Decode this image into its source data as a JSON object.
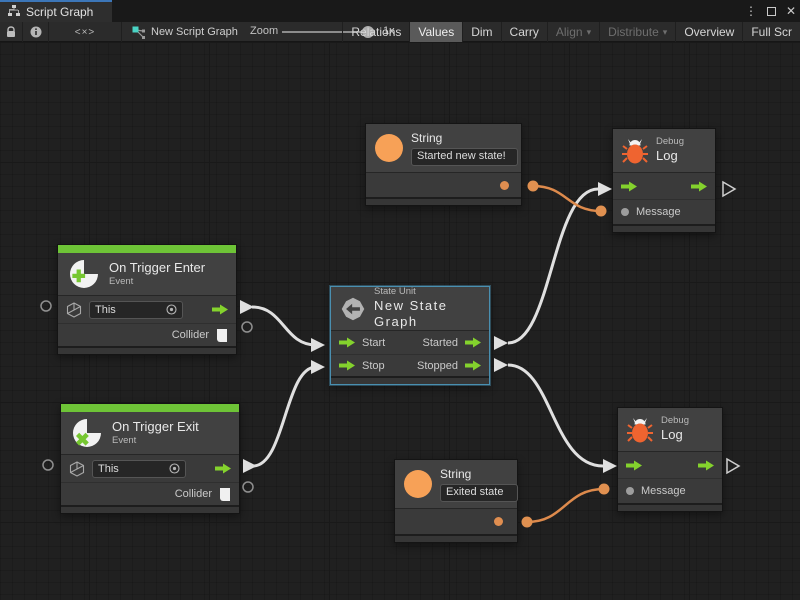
{
  "window": {
    "tab": "Script Graph",
    "menu_icon": "⋮",
    "close_icon": "✕"
  },
  "toolbar": {
    "code_button": "<×>",
    "graph_name": "New Script Graph",
    "zoom_label": "Zoom",
    "zoom_value": "1x",
    "caret_icon": "▾",
    "buttons": [
      {
        "label": "Relations"
      },
      {
        "label": "Values"
      },
      {
        "label": "Dim"
      },
      {
        "label": "Carry"
      },
      {
        "label": "Align"
      },
      {
        "label": "Distribute"
      },
      {
        "label": "Overview"
      },
      {
        "label": "Full Scr"
      }
    ]
  },
  "nodes": {
    "string_top": {
      "title": "String",
      "value": "Started new state!"
    },
    "string_bottom": {
      "title": "String",
      "value": "Exited state"
    },
    "debug_top": {
      "type_label": "Debug",
      "title": "Log",
      "message_label": "Message"
    },
    "debug_bottom": {
      "type_label": "Debug",
      "title": "Log",
      "message_label": "Message"
    },
    "on_trigger_enter": {
      "title": "On Trigger Enter",
      "subtitle": "Event",
      "this_value": "This",
      "collider_label": "Collider"
    },
    "on_trigger_exit": {
      "title": "On Trigger Exit",
      "subtitle": "Event",
      "this_value": "This",
      "collider_label": "Collider"
    },
    "state_unit": {
      "type_label": "State Unit",
      "title": "New State Graph",
      "input_start": "Start",
      "input_stop": "Stop",
      "output_started": "Started",
      "output_stopped": "Stopped"
    }
  },
  "colors": {
    "accent_green": "#84d22d",
    "event_stripe_green": "#6ec437",
    "accent_orange": "#e08e50",
    "string_orange": "#f7a157",
    "bug_orange": "#ef6430",
    "selection_blue": "#4a8fb0",
    "tab_focus_blue": "#3c76b8",
    "canvas_bg": "#202020",
    "node_bg": "#3a3a3a"
  }
}
